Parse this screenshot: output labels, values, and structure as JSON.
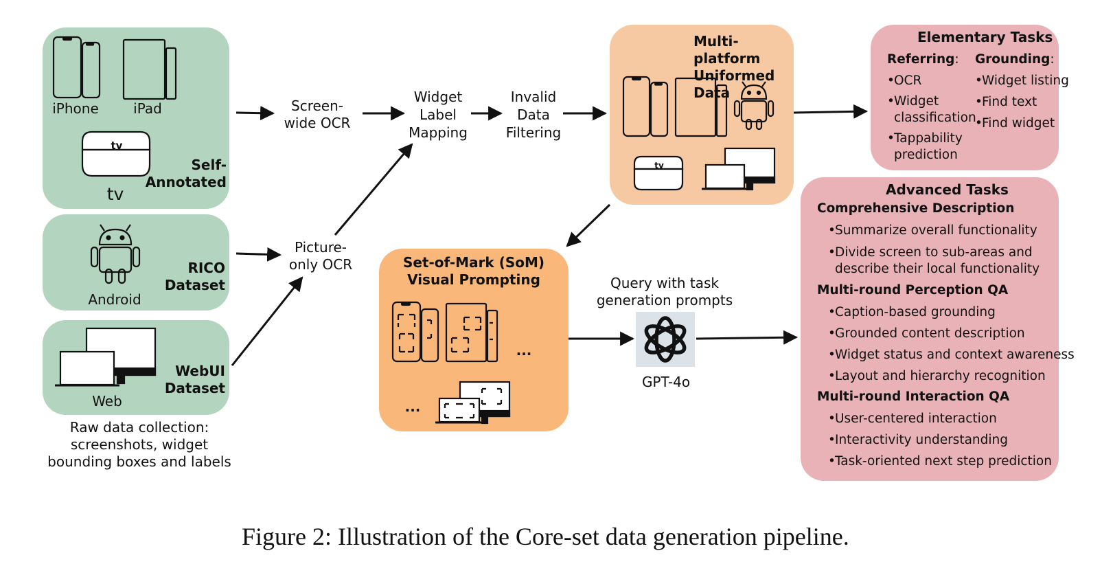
{
  "sources": {
    "self_annotated": {
      "label": "Self-\nAnnotated",
      "devices": {
        "iphone": "iPhone",
        "ipad": "iPad",
        "tv_logo": "tv",
        "tv_label": "tv"
      }
    },
    "rico": {
      "label": "RICO\nDataset",
      "device": "Android"
    },
    "webui": {
      "label": "WebUI\nDataset",
      "device": "Web"
    },
    "caption": "Raw data collection:\nscreenshots, widget\nbounding boxes and labels"
  },
  "steps": {
    "screen_ocr": "Screen-\nwide OCR",
    "picture_ocr": "Picture-\nonly OCR",
    "widget_mapping": "Widget\nLabel\nMapping",
    "invalid_filter": "Invalid\nData\nFiltering",
    "query": "Query with task\ngeneration prompts",
    "gpt": "GPT-4o"
  },
  "uniformed": {
    "title": "Multi-platform\nUniformed Data",
    "tv_logo": "tv"
  },
  "som": {
    "title": "Set-of-Mark (SoM)\nVisual Prompting",
    "ellipsis_1": "...",
    "ellipsis_2": "..."
  },
  "elementary": {
    "title": "Elementary Tasks",
    "referring_head": "Referring",
    "grounding_head": "Grounding",
    "colon": ":",
    "referring": [
      "OCR",
      "Widget\nclassification",
      "Tappability\nprediction"
    ],
    "grounding": [
      "Widget listing",
      "Find text",
      "Find widget"
    ],
    "bullet": "•"
  },
  "advanced": {
    "title": "Advanced Tasks",
    "sections": [
      {
        "head": "Comprehensive Description",
        "items": [
          "Summarize overall functionality",
          "Divide screen to sub-areas and\ndescribe their local functionality"
        ]
      },
      {
        "head": "Multi-round Perception QA",
        "items": [
          "Caption-based grounding",
          "Grounded content description",
          "Widget status and context awareness",
          "Layout and hierarchy recognition"
        ]
      },
      {
        "head": "Multi-round Interaction QA",
        "items": [
          "User-centered interaction",
          "Interactivity understanding",
          "Task-oriented next step prediction"
        ]
      }
    ]
  },
  "figure_caption": "Figure 2: Illustration of the Core-set data generation pipeline.",
  "colors": {
    "green": "#b3d4be",
    "peach": "#f7c9a2",
    "orange": "#f9b87a",
    "pink": "#e8b2b6",
    "ink": "#111111"
  }
}
